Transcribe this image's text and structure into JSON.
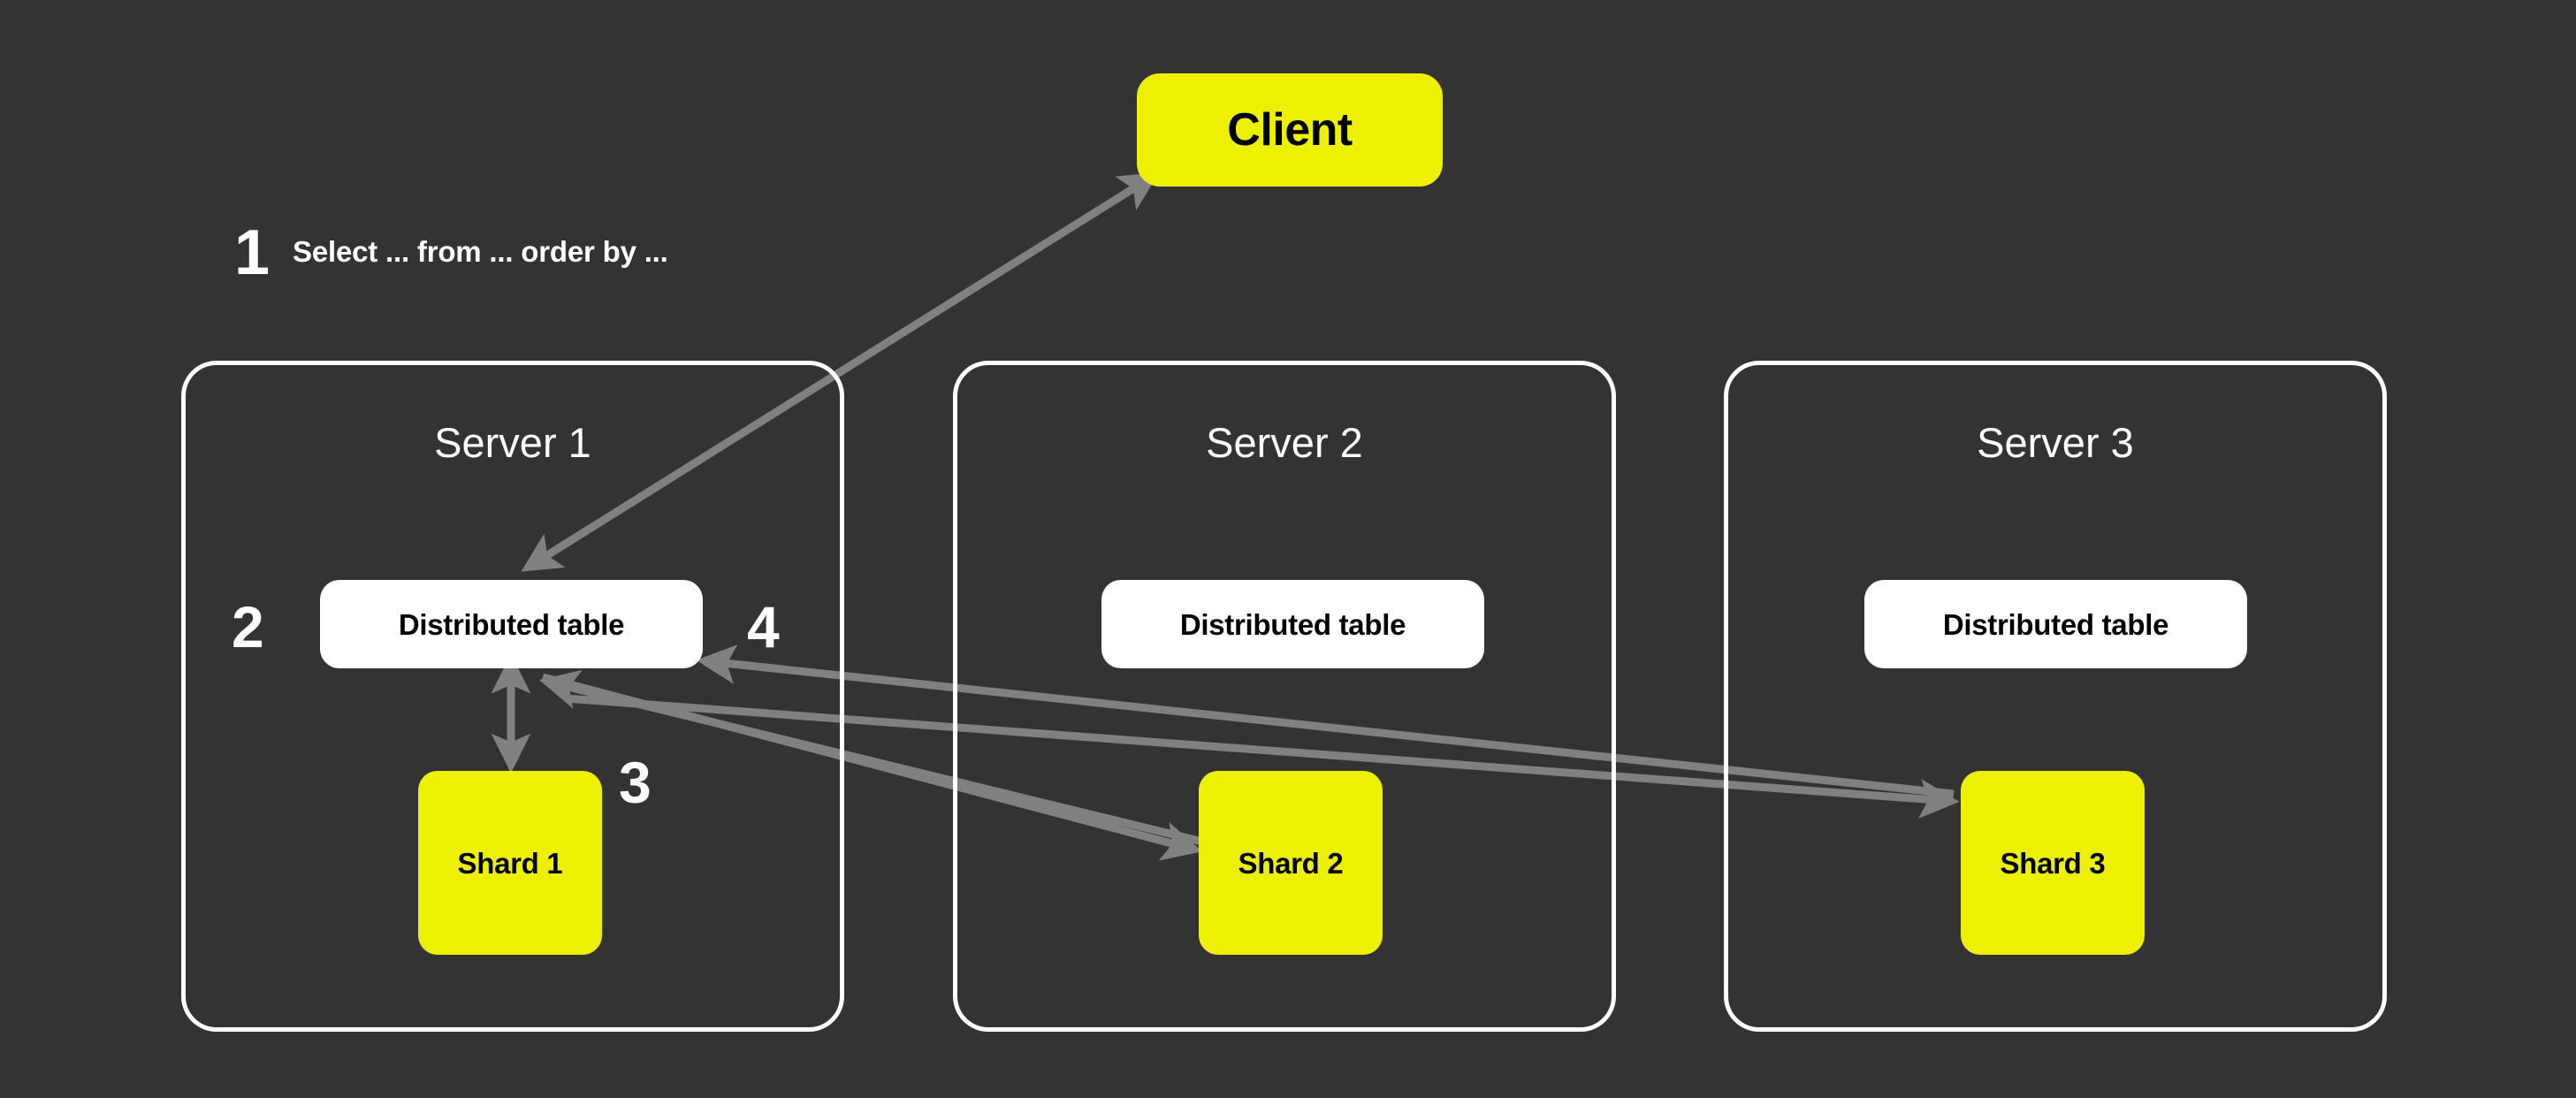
{
  "diagram": {
    "title": "Distributed table query routing across shards",
    "background_color": "#333333",
    "accent_color": "#EDF000",
    "arrow_color": "#808080",
    "border_color": "#FFFFFF"
  },
  "client": {
    "label": "Client"
  },
  "steps": [
    {
      "number": "1",
      "text": "Select ... from ... order by ..."
    },
    {
      "number": "2",
      "text": ""
    },
    {
      "number": "3",
      "text": ""
    },
    {
      "number": "4",
      "text": ""
    }
  ],
  "servers": [
    {
      "title": "Server 1",
      "distributed_table": "Distributed table",
      "shard": "Shard 1"
    },
    {
      "title": "Server 2",
      "distributed_table": "Distributed table",
      "shard": "Shard 2"
    },
    {
      "title": "Server 3",
      "distributed_table": "Distributed table",
      "shard": "Shard 3"
    }
  ]
}
